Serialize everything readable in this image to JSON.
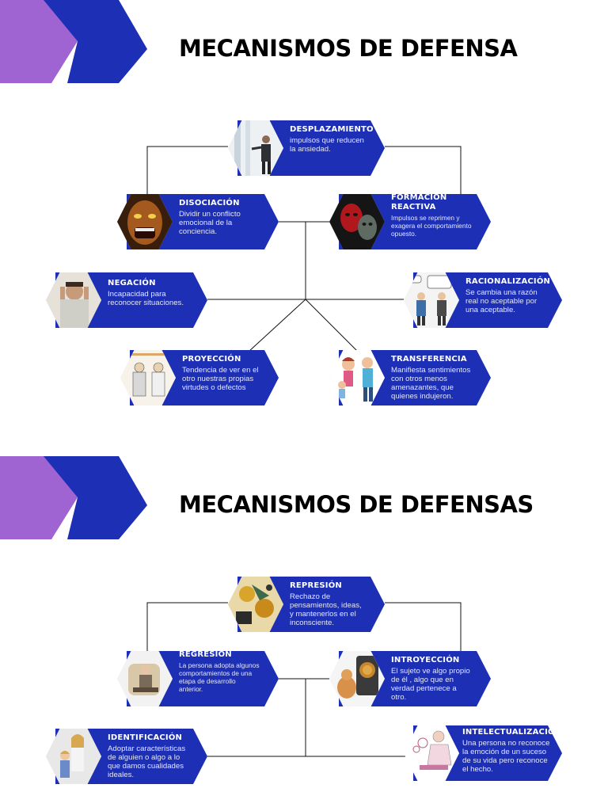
{
  "colors": {
    "card": "#1c2fb5",
    "purple": "#a064d2",
    "blue": "#1c2fb5"
  },
  "section1": {
    "title": "MECANISMOS DE DEFENSA",
    "cards": [
      {
        "title": "DESPLAZAMIENTO",
        "desc": "impulsos que reducen la ansiedad.",
        "image": "office-man-photo"
      },
      {
        "title": "DISOCIACIÓN",
        "desc": "Dividir un conflicto emocional de la conciencia.",
        "image": "screaming-face-photo"
      },
      {
        "title": "FORMACIÓN REACTIVA",
        "desc": "Impulsos se reprimen y exagera el comportamiento opuesto.",
        "image": "masks-photo"
      },
      {
        "title": "NEGACIÓN",
        "desc": "Incapacidad para reconocer situaciones.",
        "image": "man-covering-ears-photo"
      },
      {
        "title": "RACIONALIZACIÓN",
        "desc": "Se cambia una razón real no aceptable por una aceptable.",
        "image": "cartoon-businessmen-illustration"
      },
      {
        "title": "PROYECCIÓN",
        "desc": "Tendencia de ver en el otro nuestras propias virtudes o defectos",
        "image": "two-men-sketch"
      },
      {
        "title": "TRANSFERENCIA",
        "desc": "Manifiesta sentimientos con otros menos amenazantes, que quienes indujeron.",
        "image": "family-cartoon"
      }
    ]
  },
  "section2": {
    "title": "MECANISMOS DE DEFENSAS",
    "cards": [
      {
        "title": "REPRESIÓN",
        "desc": "Rechazo de pensamientos, ideas, y mantenerlos en el inconsciente.",
        "image": "abstract-painting"
      },
      {
        "title": "REGRESIÓN",
        "desc": "La persona adopta algunos comportamientos de una etapa de desarrollo anterior.",
        "image": "man-in-armchair-photo"
      },
      {
        "title": "INTROYECCIÓN",
        "desc": "El sujeto ve algo propio de él , algo que en verdad pertenece a otro.",
        "image": "cat-lion-mirror-photo"
      },
      {
        "title": "IDENTIFICACIÓN",
        "desc": "Adoptar características de alguien o algo a lo que damos cualidades ideales.",
        "image": "mother-child-photo"
      },
      {
        "title": "INTELECTUALIZACIÓN",
        "desc": "Una persona no reconoce la emoción de un suceso de su vida pero reconoce el hecho.",
        "image": "thinking-person-sketch"
      }
    ]
  }
}
